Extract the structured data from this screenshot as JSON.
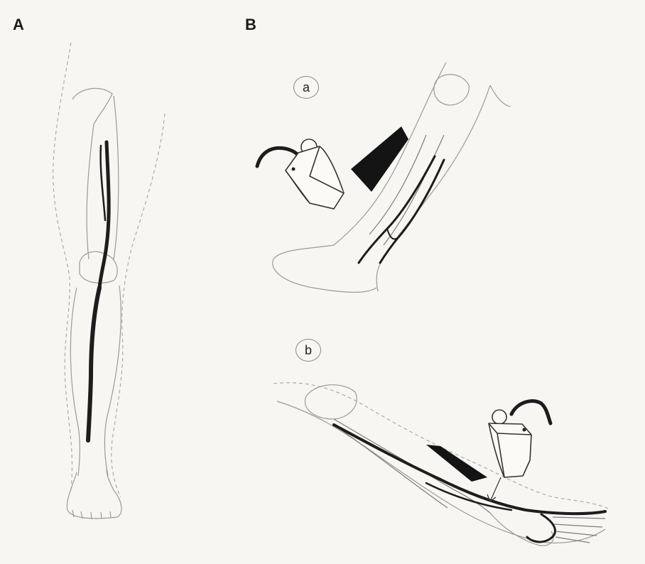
{
  "panels": {
    "A": "A",
    "B": "B",
    "sub_a": "a",
    "sub_b": "b"
  },
  "colors": {
    "background": "#f7f6f2",
    "vein": "#1d1d1d",
    "outline": "#9a9a9a"
  }
}
